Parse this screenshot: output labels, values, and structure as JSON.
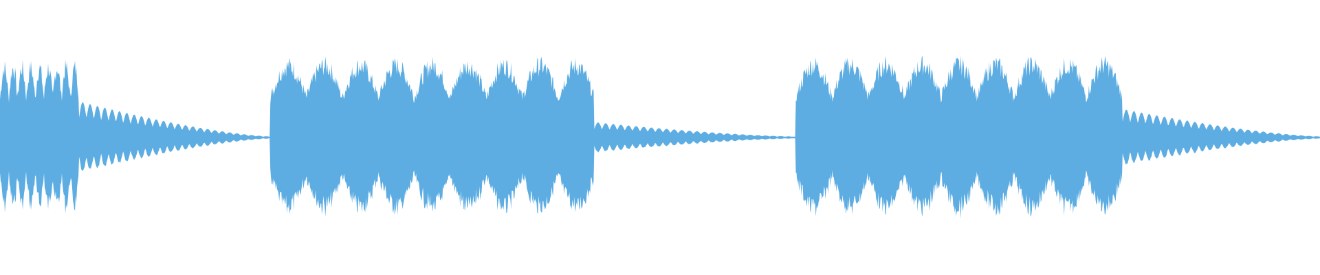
{
  "waveform": {
    "color": "#5dade2",
    "background": "#ffffff",
    "description_segments": [
      {
        "kind": "burst",
        "start": 0.0,
        "end": 0.06,
        "peak": 0.72
      },
      {
        "kind": "decay",
        "start": 0.06,
        "end": 0.205,
        "peak": 0.32
      },
      {
        "kind": "flat",
        "start": 0.205,
        "end": 0.205,
        "peak": 0.0
      },
      {
        "kind": "burst",
        "start": 0.205,
        "end": 0.45,
        "peak": 0.74
      },
      {
        "kind": "decay",
        "start": 0.45,
        "end": 0.6,
        "peak": 0.13
      },
      {
        "kind": "burst",
        "start": 0.603,
        "end": 0.85,
        "peak": 0.75
      },
      {
        "kind": "decay",
        "start": 0.85,
        "end": 1.0,
        "peak": 0.25
      }
    ]
  }
}
